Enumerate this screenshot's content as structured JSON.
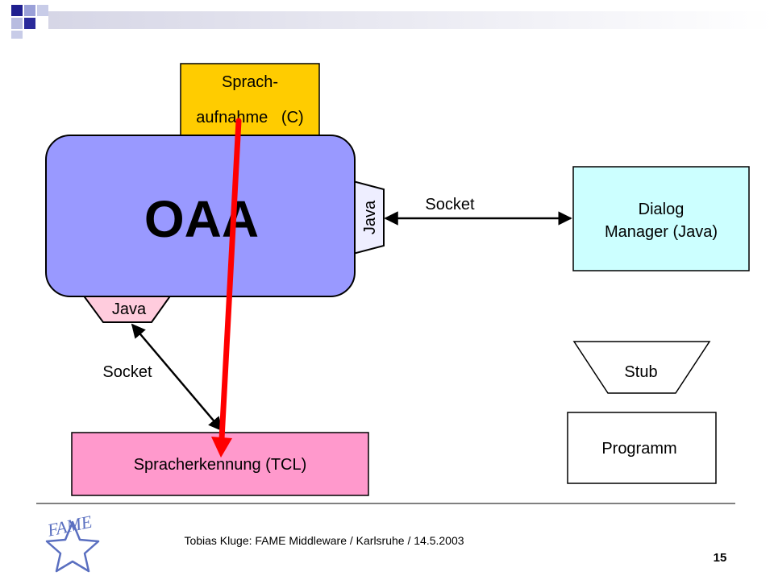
{
  "colors": {
    "header_square_dark": "#1f1f8f",
    "header_square_light": "#9aa0d8",
    "header_bar_start": "#d6d6e6",
    "oaa_fill": "#9999ff",
    "sprach_fill": "#ffcc00",
    "dialog_fill": "#ccffff",
    "pink": "#ff99cc",
    "pink_light": "#ffccdd",
    "java_right_fill": "#eeeeff",
    "red_arrow": "#ff0000",
    "logo_blue": "#5a6fc0"
  },
  "diagram": {
    "sprach_line1": "Sprach-",
    "sprach_line2": "aufnahme   (C)",
    "oaa_title": "OAA",
    "java_right": "Java",
    "java_bottom": "Java",
    "socket_right": "Socket",
    "socket_left": "Socket",
    "dialog_line1": "Dialog",
    "dialog_line2": "Manager (Java)",
    "stub": "Stub",
    "programm": "Programm",
    "spracherkennung": "Spracherkennung (TCL)"
  },
  "footer": {
    "logo_text": "FAME",
    "caption": "Tobias Kluge: FAME Middleware / Karlsruhe / 14.5.2003",
    "page_number": "15"
  }
}
